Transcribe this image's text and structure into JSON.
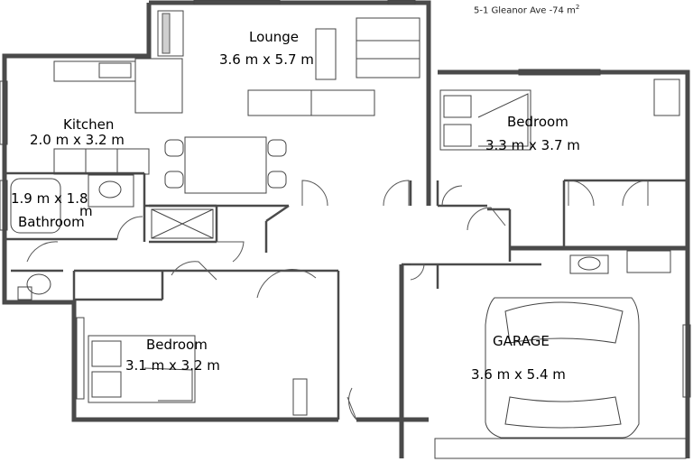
{
  "header": {
    "address": "5-1 Gleanor Ave -74 m",
    "area_sup": "2"
  },
  "rooms": {
    "lounge": {
      "name": "Lounge",
      "dims": "3.6 m x 5.7 m"
    },
    "kitchen": {
      "name": "Kitchen",
      "dims": "2.0 m x 3.2 m"
    },
    "bedroom1": {
      "name": "Bedroom",
      "dims": "3.3 m x 3.7 m"
    },
    "bathroom": {
      "name": "Bathroom",
      "dims_line1": "1.9 m x 1.8",
      "dims_line2": "m"
    },
    "bedroom2": {
      "name": "Bedroom",
      "dims": "3.1 m x 3.2 m"
    },
    "garage": {
      "name": "GARAGE",
      "dims": "3.6 m x 5.4 m"
    }
  }
}
